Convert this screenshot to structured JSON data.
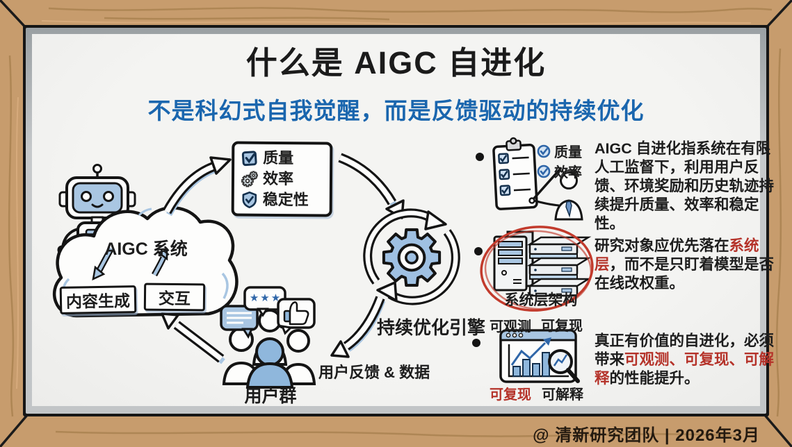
{
  "board": {
    "title": "什么是 AIGC 自进化",
    "subtitle": "不是科幻式自我觉醒，而是反馈驱动的持续优化"
  },
  "diagram": {
    "cloud_label": "AIGC 系统",
    "box_content": "内容生成",
    "box_interaction": "交互",
    "checklist": {
      "item1": "质量",
      "item2": "效率",
      "item3": "稳定性"
    },
    "engine_label": "持续优化引擎",
    "feedback_label": "用户反馈 & 数据",
    "users_label": "用户群",
    "stars": "★★★"
  },
  "bullets": {
    "b1": {
      "icon_label1": "质量",
      "icon_label2": "效率",
      "text": "AIGC 自进化指系统在有限人工监督下，利用用户反馈、环境奖励和历史轨迹持续提升质量、效率和稳定性。"
    },
    "b2": {
      "icon_caption": "系统层架构",
      "seg1": "研究对象应优先落在",
      "seg2_red": "系统层",
      "seg3": "，而不是只盯着模型是否在线改权重。"
    },
    "b3": {
      "label_tl": "可观测",
      "label_tr": "可复现",
      "label_bl": "可复现",
      "label_br": "可解释",
      "seg1": "真正有价值的自进化，必须带来",
      "seg2_red": "可观测、可复现、可解释",
      "seg3": "的性能提升。"
    }
  },
  "footer": {
    "credit": "@ 清新研究团队 | 2026年3月"
  },
  "colors": {
    "accent_blue": "#1a66ae",
    "light_blue": "#a9c6e2",
    "red_text": "#b5332a",
    "red_circle": "#c23b2d",
    "wood": "#c79c6d"
  }
}
